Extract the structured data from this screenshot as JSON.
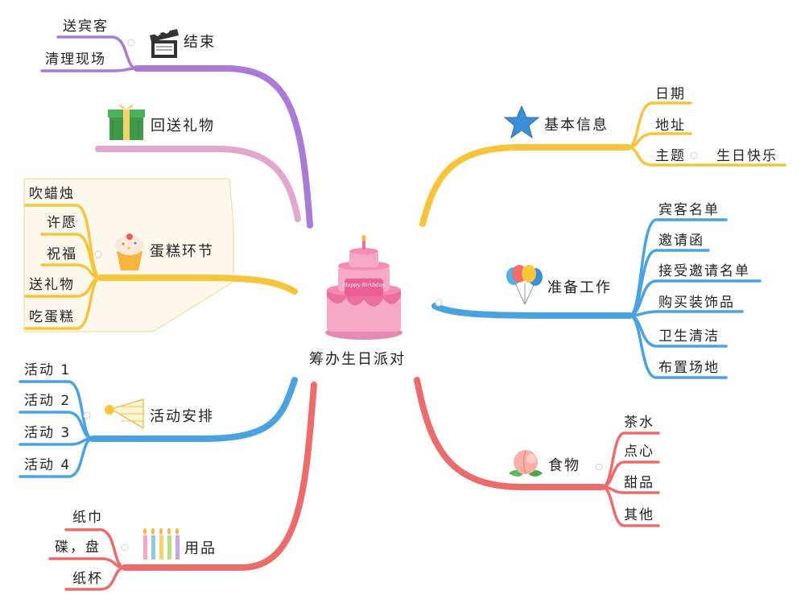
{
  "center": {
    "title": "筹办生日派对",
    "cake_text": "Happy Birthday"
  },
  "branches": {
    "basic": {
      "label": "基本信息",
      "color": "#f7c53c",
      "icon": "star-icon",
      "items": [
        "日期",
        "地址",
        "主题"
      ],
      "sub": "生日快乐"
    },
    "prep": {
      "label": "准备工作",
      "color": "#4aa3e0",
      "icon": "balloons-icon",
      "items": [
        "宾客名单",
        "邀请函",
        "接受邀请名单",
        "购买装饰品",
        "卫生清洁",
        "布置场地"
      ]
    },
    "food": {
      "label": "食物",
      "color": "#ec6b6b",
      "icon": "peach-icon",
      "items": [
        "茶水",
        "点心",
        "甜品",
        "其他"
      ]
    },
    "supplies": {
      "label": "用品",
      "color": "#ec6b6b",
      "icon": "candles-icon",
      "items": [
        "纸巾",
        "碟，盘",
        "纸杯"
      ]
    },
    "activities": {
      "label": "活动安排",
      "color": "#4aa3e0",
      "icon": "shuttlecock-icon",
      "items": [
        "活动 1",
        "活动 2",
        "活动 3",
        "活动 4"
      ]
    },
    "cake": {
      "label": "蛋糕环节",
      "color": "#f7c53c",
      "icon": "cupcake-icon",
      "items": [
        "吹蜡烛",
        "许愿",
        "祝福",
        "送礼物",
        "吃蛋糕"
      ]
    },
    "gift": {
      "label": "回送礼物",
      "color": "#e0a0c8",
      "icon": "gift-icon"
    },
    "end": {
      "label": "结束",
      "color": "#a97bd6",
      "icon": "clapperboard-icon",
      "items": [
        "送宾客",
        "清理现场"
      ]
    }
  }
}
